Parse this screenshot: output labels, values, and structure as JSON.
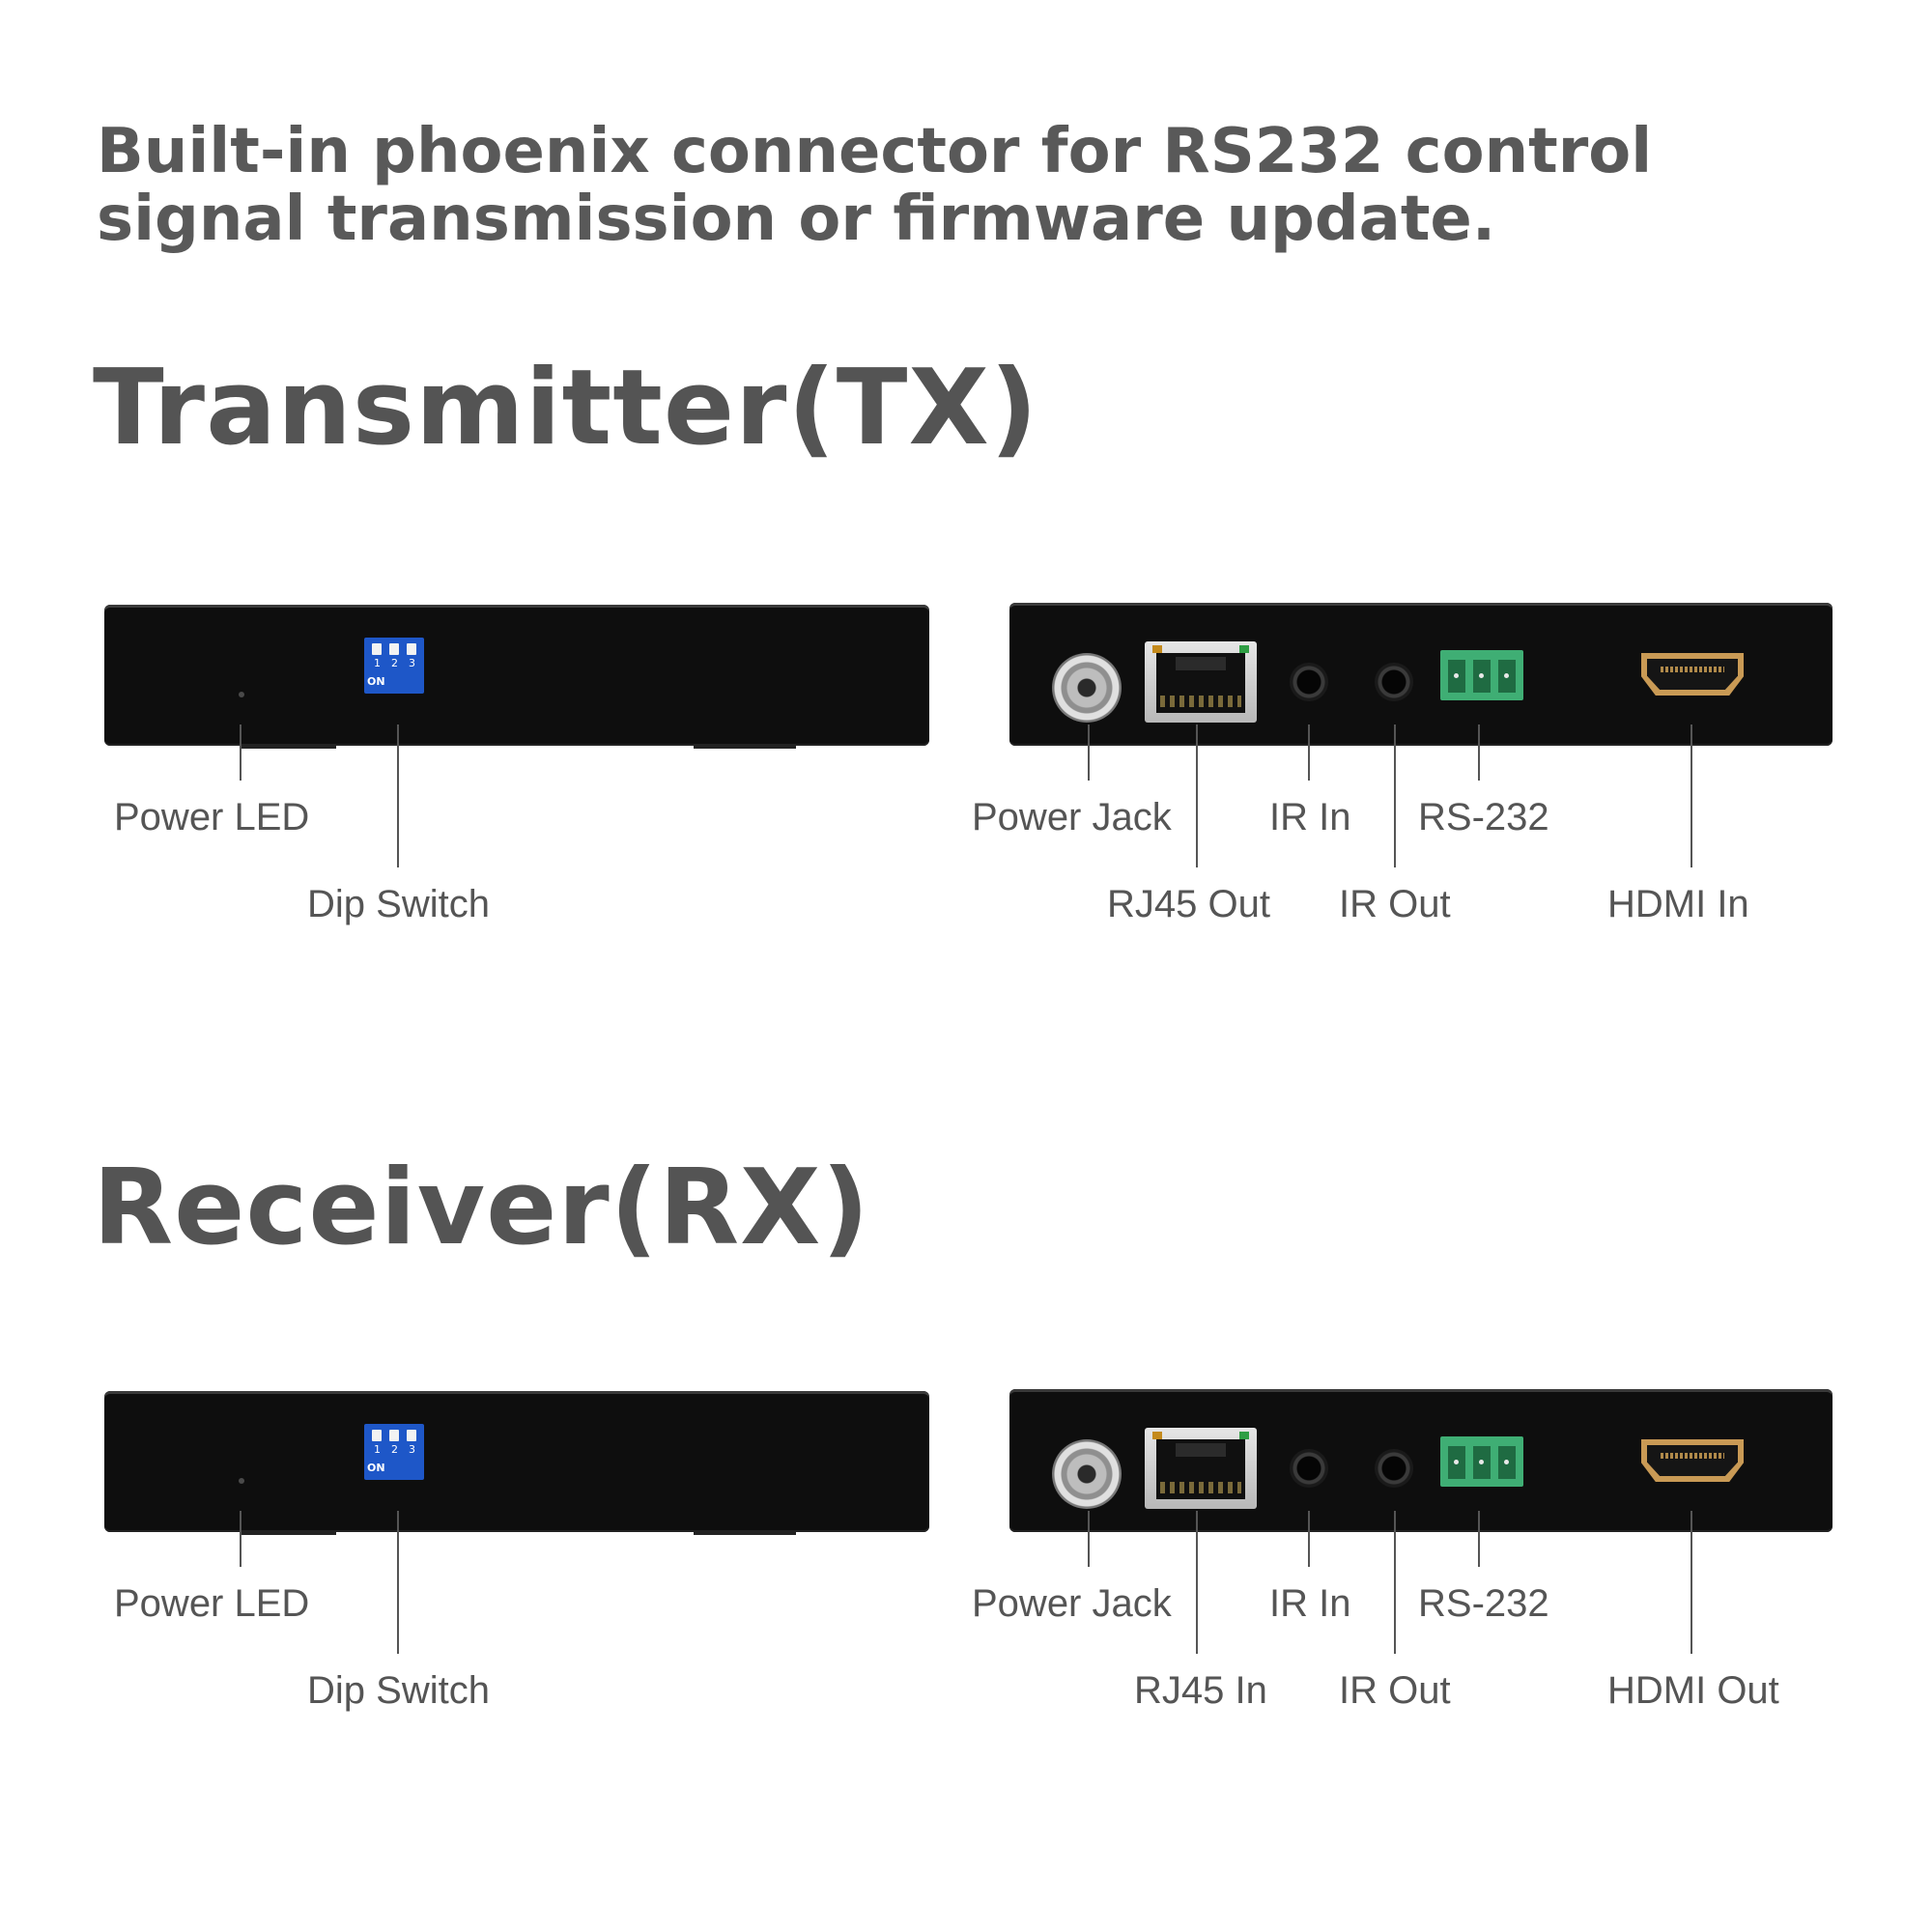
{
  "headline": "Built-in phoenix connector for RS232 control signal transmission or firmware update.",
  "sections": [
    {
      "title": "Transmitter(TX)",
      "front_labels": {
        "power_led": "Power LED",
        "dip_switch": "Dip Switch"
      },
      "rear_labels": {
        "power_jack": "Power Jack",
        "rj45": "RJ45 Out",
        "ir_in": "IR In",
        "ir_out": "IR Out",
        "rs232": "RS-232",
        "hdmi": "HDMI In"
      }
    },
    {
      "title": "Receiver(RX)",
      "front_labels": {
        "power_led": "Power LED",
        "dip_switch": "Dip Switch"
      },
      "rear_labels": {
        "power_jack": "Power Jack",
        "rj45": "RJ45 In",
        "ir_in": "IR In",
        "ir_out": "IR Out",
        "rs232": "RS-232",
        "hdmi": "HDMI Out"
      }
    }
  ],
  "dip_switch_markings": {
    "positions": [
      "1",
      "2",
      "3"
    ],
    "on_text": "ON"
  },
  "colors": {
    "device_body": "#0e0e0e",
    "dip_switch": "#1e57c8",
    "terminal_block": "#3fae74",
    "hdmi_shell": "#c99a55",
    "text": "#555555"
  }
}
